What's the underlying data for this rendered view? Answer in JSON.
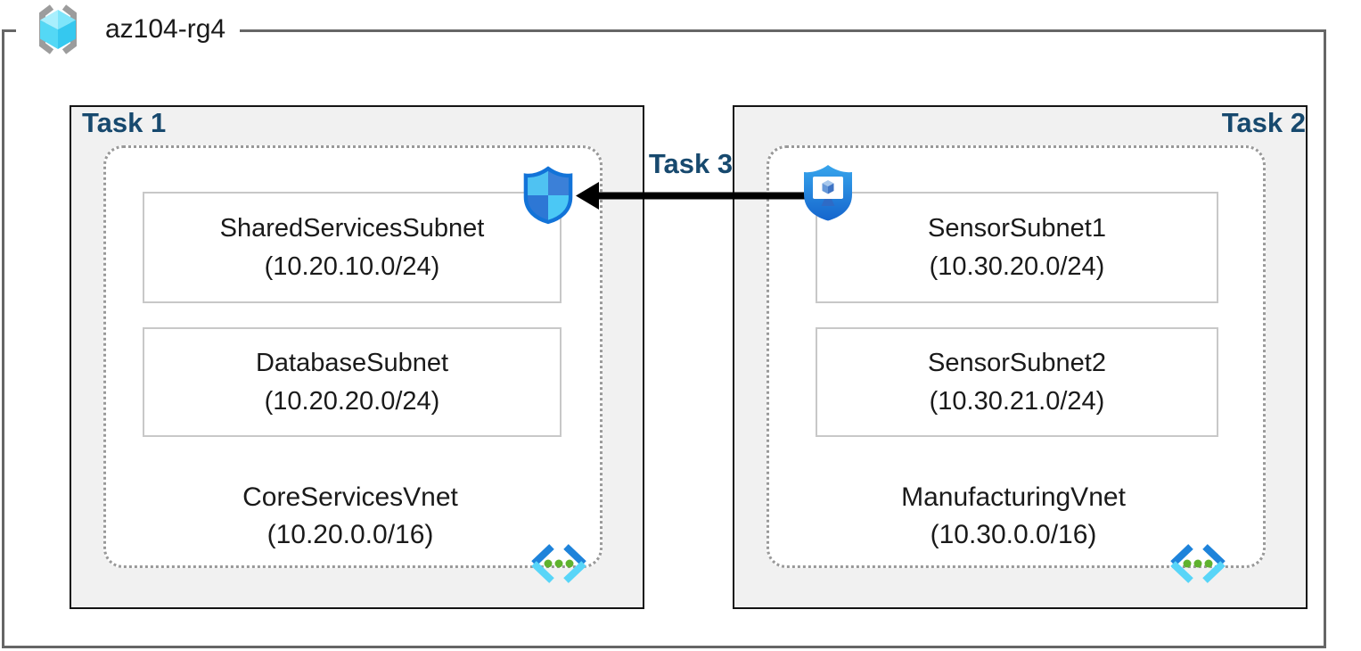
{
  "resource_group": {
    "name": "az104-rg4"
  },
  "task_labels": {
    "task1": "Task 1",
    "task2": "Task 2",
    "task3": "Task 3"
  },
  "vnets": [
    {
      "name": "CoreServicesVnet",
      "cidr": "(10.20.0.0/16)",
      "task": "Task 1",
      "subnets": [
        {
          "name": "SharedServicesSubnet",
          "cidr": "(10.20.10.0/24)"
        },
        {
          "name": "DatabaseSubnet",
          "cidr": "(10.20.20.0/24)"
        }
      ]
    },
    {
      "name": "ManufacturingVnet",
      "cidr": "(10.30.0.0/16)",
      "task": "Task 2",
      "subnets": [
        {
          "name": "SensorSubnet1",
          "cidr": "(10.30.20.0/24)"
        },
        {
          "name": "SensorSubnet2",
          "cidr": "(10.30.21.0/24)"
        }
      ]
    }
  ],
  "icons": {
    "resource_group": "resource-group-brackets-cube-icon",
    "task1_shield": "defender-quartered-shield-icon",
    "task2_shield": "shield-with-monitor-icon",
    "virtual_network": "vnet-chevron-dots-icon",
    "arrow": "task3-left-arrow"
  },
  "colors": {
    "task_label": "#17496e",
    "task_box_fill": "#f1f1f1",
    "task_box_border": "#141414",
    "rg_border": "#666666",
    "subnet_border": "#c8c8c8",
    "vnet_dotted_border": "#999999",
    "arrow": "#000000",
    "shield_outline_blue": "#1273d8",
    "shield_light_blue": "#4fc2f2",
    "shield_dark_blue": "#2d77d5",
    "vnet_icon_dark_blue": "#1e83da",
    "vnet_icon_light_cyan": "#58d5f8",
    "vnet_icon_green": "#5fb22e",
    "cube_cyan": "#54d8f5"
  }
}
